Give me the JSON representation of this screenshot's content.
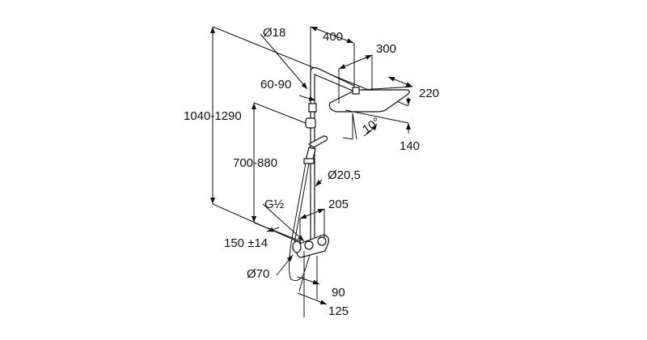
{
  "title": "Shower system dimension drawing",
  "dimensions": {
    "pipe_top_diameter": "Ø18",
    "arm_length": "400",
    "head_width": "300",
    "head_depth": "220",
    "holder_range": "60-90",
    "total_height": "1040-1290",
    "tilt_angle": "10°",
    "head_offset": "140",
    "mixer_height": "700-880",
    "pipe_diameter": "Ø20,5",
    "connection_thread": "G½",
    "mixer_width": "205",
    "connection_spacing": "150 ±14",
    "escutcheon_diameter": "Ø70",
    "mixer_depth_front": "90",
    "mixer_depth_total": "125"
  },
  "colors": {
    "line": "#111111",
    "background": "#ffffff"
  }
}
